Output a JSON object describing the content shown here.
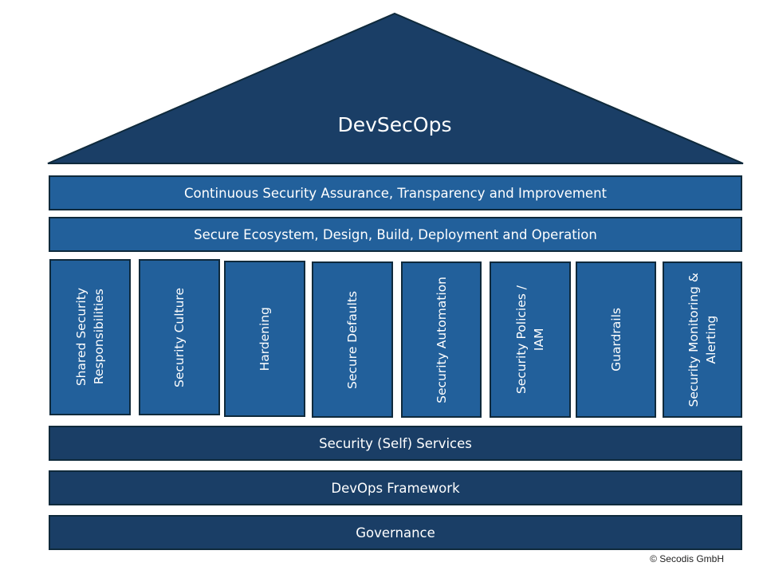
{
  "colors": {
    "primary": "#22609b",
    "dark": "#1a3e66",
    "border": "#0f2a3c"
  },
  "roof": {
    "title": "DevSecOps"
  },
  "top_bars": [
    "Continuous Security Assurance, Transparency and Improvement",
    "Secure Ecosystem, Design, Build, Deployment and Operation"
  ],
  "pillars": [
    "Shared Security\nResponsibilities",
    "Security Culture",
    "Hardening",
    "Secure Defaults",
    "Security Automation",
    "Security Policies /\nIAM",
    "Guardrails",
    "Security Monitoring &\nAlerting"
  ],
  "foundation": [
    "Security (Self) Services",
    "DevOps Framework",
    "Governance"
  ],
  "copyright": "© Secodis GmbH"
}
